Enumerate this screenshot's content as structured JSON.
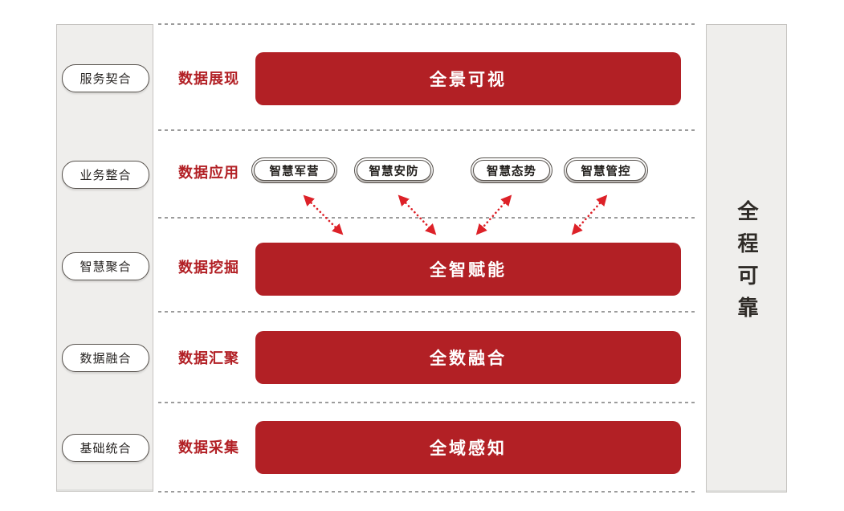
{
  "diagram": {
    "left_panel": {
      "items": [
        "服务契合",
        "业务整合",
        "智慧聚合",
        "数据融合",
        "基础统合"
      ]
    },
    "right_panel": {
      "label": "全程可靠"
    },
    "rows": [
      {
        "label": "数据展现",
        "bar": "全景可视"
      },
      {
        "label": "数据应用",
        "apps": [
          "智慧军营",
          "智慧安防",
          "智慧态势",
          "智慧管控"
        ]
      },
      {
        "label": "数据挖掘",
        "bar": "全智赋能"
      },
      {
        "label": "数据汇聚",
        "bar": "全数融合"
      },
      {
        "label": "数据采集",
        "bar": "全域感知"
      }
    ],
    "colors": {
      "brand_red": "#b22025",
      "arrow_red": "#dd2128",
      "panel_bg": "#efeeec",
      "panel_border": "#c6c4c1",
      "line_gray": "#9c9c9c",
      "pill_border": "#57524d",
      "text_dark": "#2f2b27"
    }
  }
}
